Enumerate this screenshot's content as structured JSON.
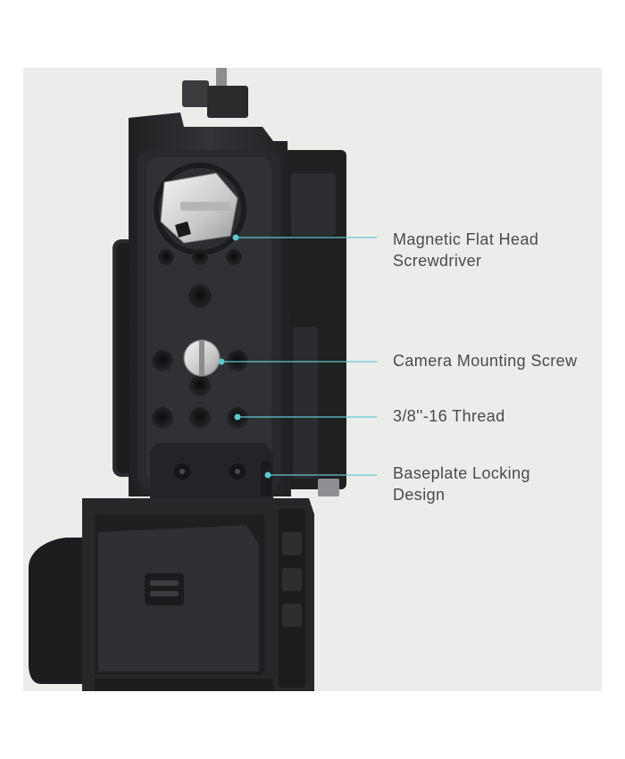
{
  "callouts": {
    "screwdriver": {
      "line1": "Magnetic Flat Head",
      "line2": "Screwdriver"
    },
    "mounting_screw": {
      "line1": "Camera Mounting Screw"
    },
    "thread": {
      "line1": "3/8''-16 Thread"
    },
    "baseplate": {
      "line1": "Baseplate Locking",
      "line2": "Design"
    }
  },
  "colors": {
    "background": "#ececea",
    "cage": "#2b2c2e",
    "cage_dark": "#1c1d1f",
    "accent_line": "#5fc9d0",
    "text": "#4a4a4a"
  }
}
